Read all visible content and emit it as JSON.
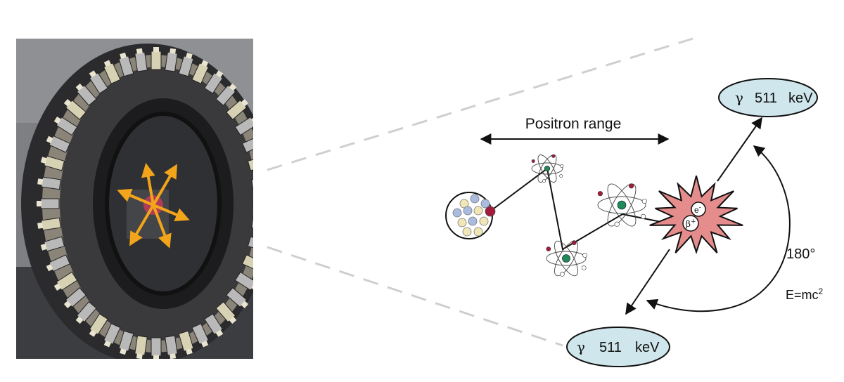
{
  "photo": {
    "description_icon": "pet-detector-ring-photo"
  },
  "labels": {
    "positron_range": "Positron range",
    "angle": "180°",
    "energy_prefix": "E=mc",
    "energy_exponent": "2",
    "electron": "e",
    "electron_charge": "-",
    "positron": "β",
    "positron_charge": "+"
  },
  "gamma_top": {
    "symbol": "γ",
    "energy": "511",
    "unit": "keV"
  },
  "gamma_bottom": {
    "symbol": "γ",
    "energy": "511",
    "unit": "keV"
  },
  "colors": {
    "ellipse_fill": "#cfe6ec",
    "burst_fill": "#e58c8c",
    "arrow_orange": "#f2a51a",
    "proton": "#aabbe0",
    "neutron": "#f1e7b6",
    "nucleus_accent": "#a31a3a",
    "atom_core": "#1f8a5a"
  }
}
